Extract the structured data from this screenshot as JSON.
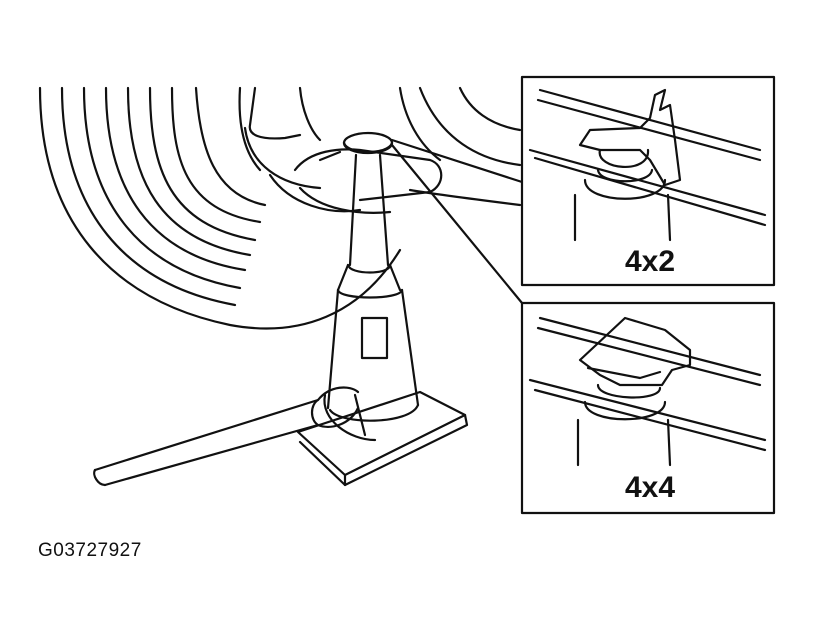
{
  "insets": [
    {
      "label": "4x2"
    },
    {
      "label": "4x4"
    }
  ],
  "figure_code": "G03727927"
}
